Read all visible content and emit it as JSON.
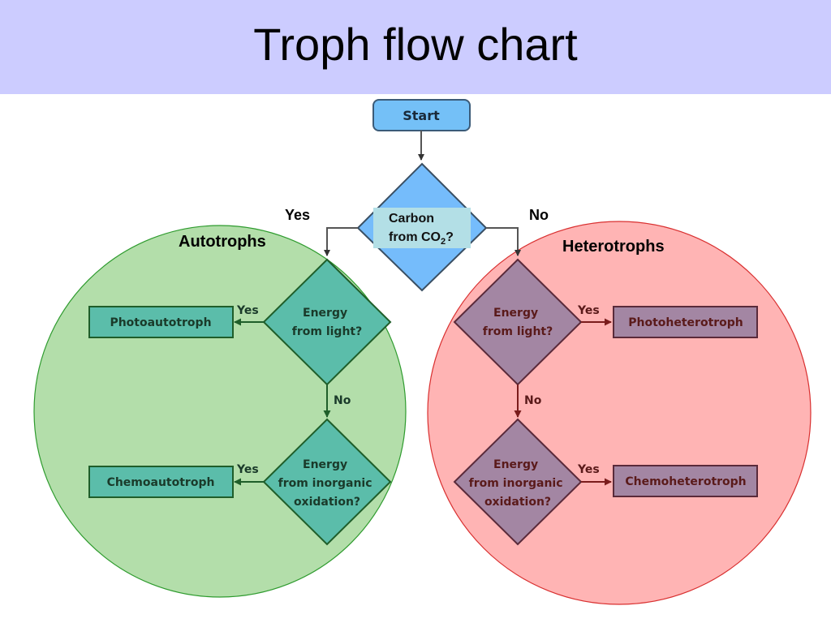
{
  "title": "Troph flow chart",
  "colors": {
    "header_bg": "#ccccff",
    "start_fill": "#74c0f7",
    "root_decision_fill": "#75bcfb",
    "auto_circle": "#b3deaa",
    "auto_node": "#5bbdaa",
    "hetero_circle": "#ffb4b4",
    "hetero_node": "#a386a3"
  },
  "nodes": {
    "start": "Start",
    "root_question_line1": "Carbon",
    "root_question_line2": "from CO",
    "root_question_sub": "2",
    "root_question_end": "?"
  },
  "branches": {
    "root_yes": "Yes",
    "root_no": "No"
  },
  "autotrophs": {
    "group_label": "Autotrophs",
    "q1_line1": "Energy",
    "q1_line2": "from light?",
    "q1_yes": "Yes",
    "q1_no": "No",
    "result1": "Photoautotroph",
    "q2_line1": "Energy",
    "q2_line2": "from inorganic",
    "q2_line3": "oxidation?",
    "q2_yes": "Yes",
    "result2": "Chemoautotroph"
  },
  "heterotrophs": {
    "group_label": "Heterotrophs",
    "q1_line1": "Energy",
    "q1_line2": "from light?",
    "q1_yes": "Yes",
    "q1_no": "No",
    "result1": "Photoheterotroph",
    "q2_line1": "Energy",
    "q2_line2": "from inorganic",
    "q2_line3": "oxidation?",
    "q2_yes": "Yes",
    "result2": "Chemoheterotroph"
  }
}
